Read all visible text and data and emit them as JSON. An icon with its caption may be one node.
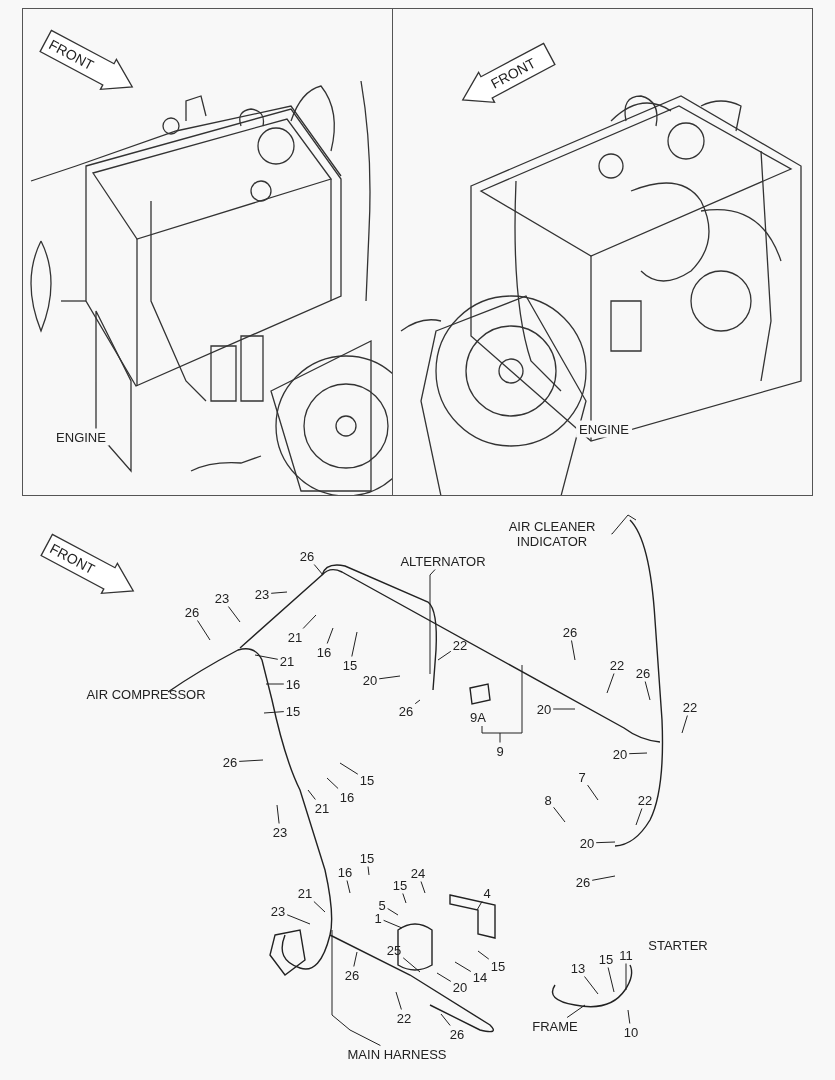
{
  "diagram": {
    "nodes": [
      {
        "text": [
          "ENGINE"
        ]
      },
      {
        "text": [
          "FRONT"
        ],
        "in": 0
      },
      {
        "text": [
          "ENGINE"
        ]
      },
      {
        "text": [
          "FRONT"
        ],
        "in": 2
      },
      {
        "text": [
          "FRONT"
        ]
      },
      {
        "text": [
          "26"
        ]
      },
      {
        "text": [
          "ALTERNATOR"
        ]
      },
      {
        "text": [
          "AIR CLEANER INDICATOR"
        ]
      },
      {
        "text": [
          "23"
        ]
      },
      {
        "text": [
          "23"
        ]
      },
      {
        "text": [
          "26"
        ]
      },
      {
        "text": [
          "21"
        ]
      },
      {
        "text": [
          "16"
        ]
      },
      {
        "text": [
          "15"
        ]
      },
      {
        "text": [
          "21"
        ]
      },
      {
        "text": [
          "22"
        ]
      },
      {
        "text": [
          "26"
        ]
      },
      {
        "text": [
          "22"
        ]
      },
      {
        "text": [
          "26"
        ]
      },
      {
        "text": [
          "16"
        ]
      },
      {
        "text": [
          "20"
        ]
      },
      {
        "text": [
          "15"
        ]
      },
      {
        "text": [
          "26"
        ]
      },
      {
        "text": [
          "22"
        ]
      },
      {
        "text": [
          "20"
        ]
      },
      {
        "text": [
          "9"
        ]
      },
      {
        "text": [
          "20"
        ]
      },
      {
        "text": [
          "26"
        ]
      },
      {
        "text": [
          "15"
        ]
      },
      {
        "text": [
          "16"
        ]
      },
      {
        "text": [
          "7"
        ]
      },
      {
        "text": [
          "8"
        ]
      },
      {
        "text": [
          "22"
        ]
      },
      {
        "text": [
          "21"
        ]
      },
      {
        "text": [
          "23"
        ]
      },
      {
        "text": [
          "20"
        ]
      },
      {
        "text": [
          "15"
        ]
      },
      {
        "text": [
          "16"
        ]
      },
      {
        "text": [
          "24"
        ]
      },
      {
        "text": [
          "26"
        ]
      },
      {
        "text": [
          "15"
        ]
      },
      {
        "text": [
          "4"
        ]
      },
      {
        "text": [
          "21"
        ]
      },
      {
        "text": [
          "5"
        ]
      },
      {
        "text": [
          "23"
        ]
      },
      {
        "text": [
          "1"
        ]
      },
      {
        "text": [
          "25"
        ]
      },
      {
        "text": [
          "13"
        ]
      },
      {
        "text": [
          "15"
        ]
      },
      {
        "text": [
          "11"
        ]
      },
      {
        "text": [
          "15"
        ]
      },
      {
        "text": [
          "26"
        ]
      },
      {
        "text": [
          "14"
        ]
      },
      {
        "text": [
          "20"
        ]
      },
      {
        "text": [
          "22"
        ]
      },
      {
        "text": [
          "FRAME"
        ]
      },
      {
        "text": [
          "10"
        ]
      },
      {
        "text": [
          "26"
        ]
      },
      {
        "text": [
          "MAIN HARNESS"
        ]
      }
    ],
    "edges": [
      {
        "from": 5,
        "to": null,
        "arrow": "none"
      },
      {
        "from": 6,
        "to": null,
        "arrow": "none"
      },
      {
        "from": 7,
        "to": null,
        "arrow": "none"
      },
      {
        "from": 8,
        "to": null,
        "arrow": "none"
      },
      {
        "from": 9,
        "to": null,
        "arrow": "none"
      },
      {
        "from": 10,
        "to": null,
        "arrow": "none"
      },
      {
        "from": 11,
        "to": null,
        "arrow": "none"
      },
      {
        "from": 12,
        "to": null,
        "arrow": "none"
      },
      {
        "from": 13,
        "to": null,
        "arrow": "none"
      },
      {
        "from": 14,
        "to": null,
        "arrow": "none"
      },
      {
        "from": 15,
        "to": null,
        "arrow": "none"
      },
      {
        "from": 16,
        "to": null,
        "arrow": "none"
      },
      {
        "from": 17,
        "to": null,
        "arrow": "none"
      },
      {
        "from": 18,
        "to": null,
        "arrow": "none"
      },
      {
        "from": 19,
        "to": null,
        "arrow": "none"
      },
      {
        "from": 20,
        "to": null,
        "arrow": "none"
      },
      {
        "from": 21,
        "to": null,
        "arrow": "none"
      },
      {
        "from": 22,
        "to": null,
        "arrow": "none"
      },
      {
        "from": 23,
        "to": null,
        "arrow": "none"
      },
      {
        "from": 24,
        "to": null,
        "arrow": "none"
      },
      {
        "from": 25,
        "to": null,
        "arrow": "none"
      },
      {
        "from": 26,
        "to": null,
        "arrow": "none"
      },
      {
        "from": 27,
        "to": null,
        "arrow": "none"
      },
      {
        "from": 28,
        "to": null,
        "arrow": "none"
      },
      {
        "from": 29,
        "to": null,
        "arrow": "none"
      },
      {
        "from": 30,
        "to": null,
        "arrow": "none"
      },
      {
        "from": 31,
        "to": null,
        "arrow": "none"
      },
      {
        "from": 32,
        "to": null,
        "arrow": "none"
      },
      {
        "from": 33,
        "to": null,
        "arrow": "none"
      },
      {
        "from": 34,
        "to": null,
        "arrow": "none"
      },
      {
        "from": 35,
        "to": null,
        "arrow": "none"
      },
      {
        "from": 36,
        "to": null,
        "arrow": "none"
      },
      {
        "from": 37,
        "to": null,
        "arrow": "none"
      },
      {
        "from": 38,
        "to": null,
        "arrow": "none"
      },
      {
        "from": 39,
        "to": null,
        "arrow": "none"
      },
      {
        "from": 40,
        "to": null,
        "arrow": "none"
      },
      {
        "from": 41,
        "to": null,
        "arrow": "none"
      },
      {
        "from": 42,
        "to": null,
        "arrow": "none"
      },
      {
        "from": 43,
        "to": null,
        "arrow": "none"
      },
      {
        "from": 44,
        "to": null,
        "arrow": "none"
      },
      {
        "from": 45,
        "to": null,
        "arrow": "none"
      },
      {
        "from": 46,
        "to": null,
        "arrow": "none"
      },
      {
        "from": 47,
        "to": null,
        "arrow": "none"
      },
      {
        "from": 48,
        "to": null,
        "arrow": "none"
      },
      {
        "from": 49,
        "to": null,
        "arrow": "none"
      },
      {
        "from": 50,
        "to": null,
        "arrow": "none"
      },
      {
        "from": 51,
        "to": null,
        "arrow": "none"
      },
      {
        "from": 52,
        "to": null,
        "arrow": "none"
      },
      {
        "from": 53,
        "to": null,
        "arrow": "none"
      },
      {
        "from": 54,
        "to": null,
        "arrow": "none"
      },
      {
        "from": 55,
        "to": null,
        "arrow": "none"
      },
      {
        "from": 56,
        "to": null,
        "arrow": "none"
      },
      {
        "from": 57,
        "to": null,
        "arrow": "none"
      },
      {
        "from": 58,
        "to": null,
        "arrow": "none"
      }
    ],
    "labels": [
      "AIR COMPRESSOR",
      "9A",
      "STARTER"
    ]
  }
}
